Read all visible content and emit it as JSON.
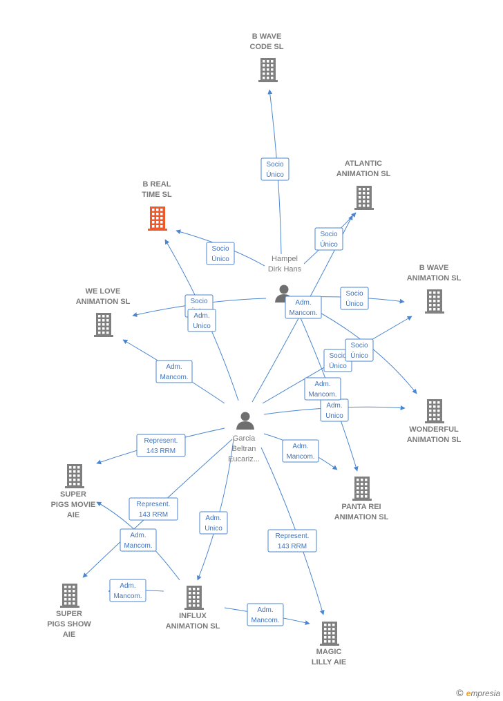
{
  "colors": {
    "edge": "#4a86d0",
    "company": "#7f7f7f",
    "company_highlight": "#ef5a2a",
    "person": "#6f6f6f",
    "label": "#7a7a7a"
  },
  "nodes": [
    {
      "id": "bwavecode",
      "type": "company",
      "lines": [
        "B WAVE",
        "CODE  SL"
      ],
      "icon": "building-icon"
    },
    {
      "id": "atlantic",
      "type": "company",
      "lines": [
        "ATLANTIC",
        "ANIMATION  SL"
      ],
      "icon": "building-icon"
    },
    {
      "id": "brealtime",
      "type": "company",
      "highlight": true,
      "lines": [
        "B REAL",
        "TIME  SL"
      ],
      "icon": "building-icon"
    },
    {
      "id": "hampel",
      "type": "person",
      "lines": [
        "Hampel",
        "Dirk Hans"
      ],
      "icon": "person-icon"
    },
    {
      "id": "welove",
      "type": "company",
      "lines": [
        "WE LOVE",
        "ANIMATION  SL"
      ],
      "icon": "building-icon"
    },
    {
      "id": "bwaveanim",
      "type": "company",
      "lines": [
        "B WAVE",
        "ANIMATION  SL"
      ],
      "icon": "building-icon"
    },
    {
      "id": "garcia",
      "type": "person",
      "lines": [
        "Garcia",
        "Beltran",
        "Eucariz..."
      ],
      "icon": "person-icon"
    },
    {
      "id": "wonderful",
      "type": "company",
      "lines": [
        "WONDERFUL",
        "ANIMATION  SL"
      ],
      "icon": "building-icon"
    },
    {
      "id": "superpigsmovie",
      "type": "company",
      "lines": [
        "SUPER",
        "PIGS MOVIE",
        "AIE"
      ],
      "icon": "building-icon"
    },
    {
      "id": "pantarei",
      "type": "company",
      "lines": [
        "PANTA REI",
        "ANIMATION  SL"
      ],
      "icon": "building-icon"
    },
    {
      "id": "superpigsshow",
      "type": "company",
      "lines": [
        "SUPER",
        "PIGS SHOW",
        "AIE"
      ],
      "icon": "building-icon"
    },
    {
      "id": "influx",
      "type": "company",
      "lines": [
        "INFLUX",
        "ANIMATION  SL"
      ],
      "icon": "building-icon"
    },
    {
      "id": "magiclilly",
      "type": "company",
      "lines": [
        "MAGIC",
        "LILLY  AIE"
      ],
      "icon": "building-icon"
    }
  ],
  "edges": [
    {
      "from": "hampel",
      "to": "bwavecode",
      "label": [
        "Socio",
        "Único"
      ]
    },
    {
      "from": "hampel",
      "to": "atlantic",
      "label": [
        "Socio",
        "Único"
      ]
    },
    {
      "from": "hampel",
      "to": "brealtime",
      "label": [
        "Socio",
        "Único"
      ]
    },
    {
      "from": "hampel",
      "to": "welove",
      "label": [
        "Socio",
        "Único"
      ]
    },
    {
      "from": "hampel",
      "to": "bwaveanim",
      "label": [
        "Socio",
        "Único"
      ]
    },
    {
      "from": "hampel",
      "to": "pantarei",
      "label": [
        "Adm.",
        "Mancom."
      ]
    },
    {
      "from": "garcia",
      "to": "brealtime",
      "label": [
        "Adm.",
        "Unico"
      ]
    },
    {
      "from": "garcia",
      "to": "atlantic",
      "label": [
        "Socio",
        "Único"
      ]
    },
    {
      "from": "garcia",
      "to": "welove",
      "label": [
        "Adm.",
        "Mancom."
      ]
    },
    {
      "from": "garcia",
      "to": "bwaveanim",
      "label": [
        "Socio",
        "Único"
      ]
    },
    {
      "from": "garcia",
      "to": "wonderful",
      "label": [
        "Adm.",
        "Unico"
      ]
    },
    {
      "from": "garcia",
      "to": "pantarei",
      "label": [
        "Adm.",
        "Mancom."
      ]
    },
    {
      "from": "garcia",
      "to": "superpigsmovie",
      "label": [
        "Represent.",
        "143 RRM"
      ]
    },
    {
      "from": "garcia",
      "to": "superpigsshow",
      "label": [
        "Represent.",
        "143 RRM"
      ]
    },
    {
      "from": "garcia",
      "to": "influx",
      "label": [
        "Adm.",
        "Unico"
      ]
    },
    {
      "from": "garcia",
      "to": "magiclilly",
      "label": [
        "Represent.",
        "143 RRM"
      ]
    },
    {
      "from": "hampel",
      "to": "wonderful",
      "label": [
        "Adm.",
        "Mancom."
      ]
    },
    {
      "from": "influx",
      "to": "superpigsmovie",
      "label": [
        "Adm.",
        "Mancom."
      ]
    },
    {
      "from": "influx",
      "to": "superpigsshow",
      "label": [
        "Adm.",
        "Mancom."
      ]
    },
    {
      "from": "influx",
      "to": "magiclilly",
      "label": [
        "Adm.",
        "Mancom."
      ]
    }
  ],
  "footer": {
    "copyright": "©",
    "brand_initial": "e",
    "brand_rest": "mpresia"
  }
}
